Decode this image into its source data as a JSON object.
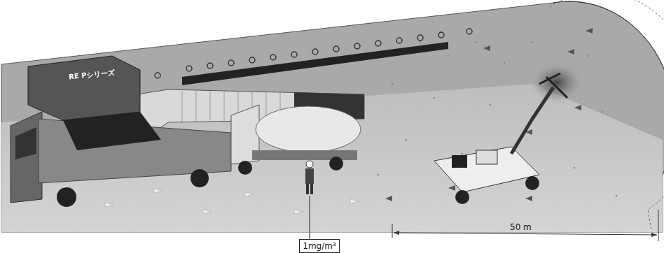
{
  "diagram": {
    "nodes": [
      {
        "text": [
          "1mg/m³"
        ]
      }
    ],
    "labels": [
      "RE Pシリーズ",
      "50 m"
    ]
  }
}
